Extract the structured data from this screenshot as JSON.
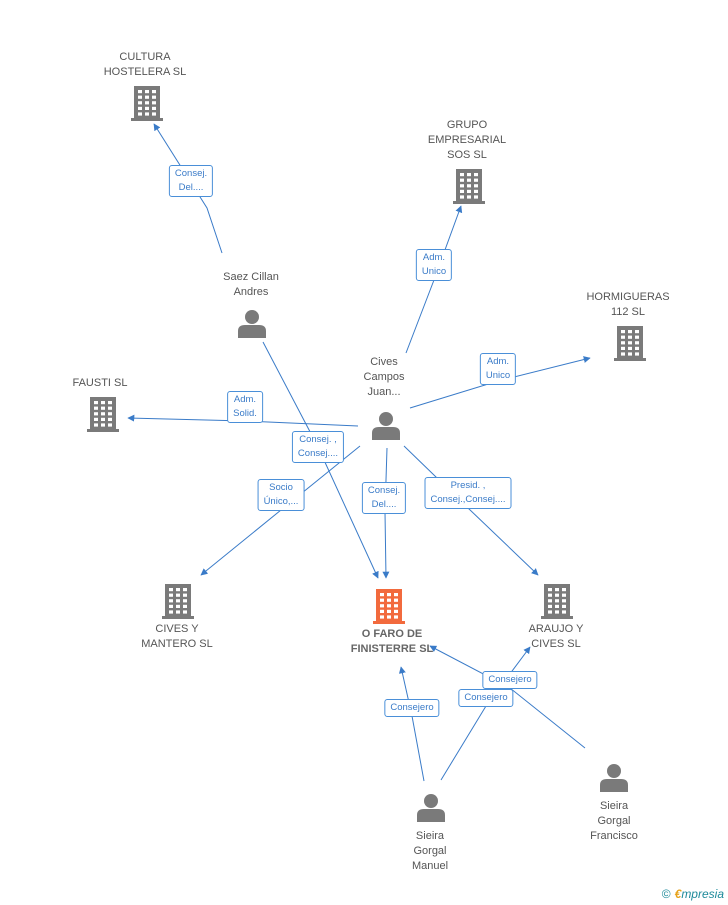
{
  "colors": {
    "company": "#7a7a7a",
    "company_main": "#f26a3d",
    "person": "#7a7a7a",
    "edge": "#3a7bc8"
  },
  "nodes": {
    "cultura": {
      "kind": "company",
      "lines": [
        "CULTURA",
        "HOSTELERA SL"
      ]
    },
    "grupo": {
      "kind": "company",
      "lines": [
        "GRUPO",
        "EMPRESARIAL",
        "SOS SL"
      ]
    },
    "hormigueras": {
      "kind": "company",
      "lines": [
        "HORMIGUERAS",
        "112 SL"
      ]
    },
    "fausti": {
      "kind": "company",
      "lines": [
        "FAUSTI SL"
      ]
    },
    "cives_mantero": {
      "kind": "company",
      "lines": [
        "CIVES Y",
        "MANTERO SL"
      ]
    },
    "ofaro": {
      "kind": "company_main",
      "lines": [
        "O FARO DE",
        "FINISTERRE SL"
      ]
    },
    "araujo": {
      "kind": "company",
      "lines": [
        "ARAUJO Y",
        "CIVES SL"
      ]
    },
    "saez": {
      "kind": "person",
      "lines": [
        "Saez Cillan",
        "Andres"
      ]
    },
    "cives_campos": {
      "kind": "person",
      "lines": [
        "Cives",
        "Campos",
        "Juan..."
      ]
    },
    "sieira_manuel": {
      "kind": "person",
      "lines": [
        "Sieira",
        "Gorgal",
        "Manuel"
      ]
    },
    "sieira_francisco": {
      "kind": "person",
      "lines": [
        "Sieira",
        "Gorgal",
        "Francisco"
      ]
    }
  },
  "edges": [
    {
      "from": "saez",
      "to": "cultura",
      "label": [
        "Consej.",
        "Del...."
      ]
    },
    {
      "from": "saez",
      "to": "ofaro",
      "label": [
        "Consej. ,",
        "Consej...."
      ]
    },
    {
      "from": "cives_campos",
      "to": "grupo",
      "label": [
        "Adm.",
        "Unico"
      ]
    },
    {
      "from": "cives_campos",
      "to": "hormigueras",
      "label": [
        "Adm.",
        "Unico"
      ]
    },
    {
      "from": "cives_campos",
      "to": "fausti",
      "label": [
        "Adm.",
        "Solid."
      ]
    },
    {
      "from": "cives_campos",
      "to": "cives_mantero",
      "label": [
        "Socio",
        "Único,..."
      ]
    },
    {
      "from": "cives_campos",
      "to": "ofaro",
      "label": [
        "Consej.",
        "Del...."
      ]
    },
    {
      "from": "cives_campos",
      "to": "araujo",
      "label": [
        "Presid. ,",
        "Consej.,Consej...."
      ]
    },
    {
      "from": "sieira_manuel",
      "to": "ofaro",
      "label": [
        "Consejero"
      ]
    },
    {
      "from": "sieira_manuel",
      "to": "araujo",
      "label": [
        "Consejero"
      ]
    },
    {
      "from": "sieira_francisco",
      "to": "ofaro",
      "label": [
        "Consejero"
      ]
    }
  ],
  "watermark": {
    "copyright": "©",
    "brand_initial": "€",
    "brand_rest": "mpresia"
  }
}
